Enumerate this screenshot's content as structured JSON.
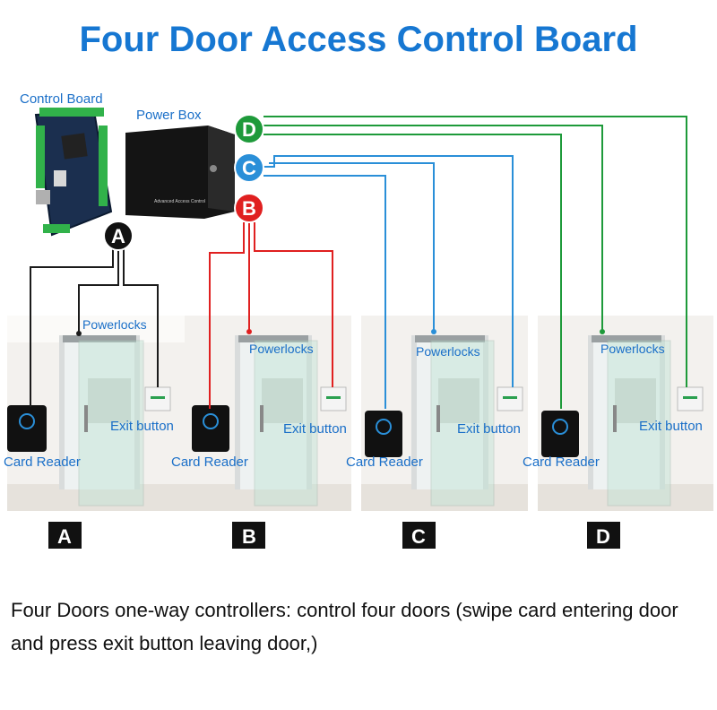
{
  "title": "Four Door Access Control Board",
  "labels": {
    "control_board": "Control Board",
    "power_box": "Power Box",
    "power_box_plate": "Advanced Access Control",
    "power_locks": "Powerlocks",
    "exit_button": "Exit button",
    "card_reader": "Card Reader"
  },
  "connectors": [
    "A",
    "B",
    "C",
    "D"
  ],
  "doors": [
    {
      "id": "A",
      "tag": "A",
      "wire_color": "#1b1b1b"
    },
    {
      "id": "B",
      "tag": "B",
      "wire_color": "#e02020"
    },
    {
      "id": "C",
      "tag": "C",
      "wire_color": "#2a8fd8"
    },
    {
      "id": "D",
      "tag": "D",
      "wire_color": "#1e9a3a"
    }
  ],
  "caption": "Four Doors one-way controllers: control four doors (swipe card entering door and press exit button leaving door,)",
  "colors": {
    "title": "#1677d2",
    "label": "#1a6fc8",
    "A": "#1b1b1b",
    "B": "#e02020",
    "C": "#2a8fd8",
    "D": "#1e9a3a"
  }
}
